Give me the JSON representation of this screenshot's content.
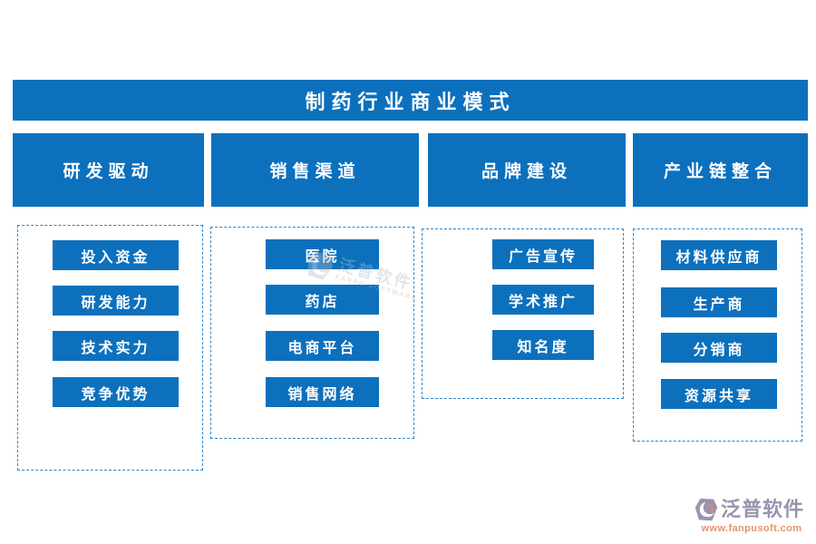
{
  "title": "制药行业商业模式",
  "columns": [
    {
      "header": "研发驱动",
      "items": [
        "投入资金",
        "研发能力",
        "技术实力",
        "竞争优势"
      ]
    },
    {
      "header": "销售渠道",
      "items": [
        "医院",
        "药店",
        "电商平台",
        "销售网络"
      ]
    },
    {
      "header": "品牌建设",
      "items": [
        "广告宣传",
        "学术推广",
        "知名度"
      ]
    },
    {
      "header": "产业链整合",
      "items": [
        "材料供应商",
        "生产商",
        "分销商",
        "资源共享"
      ]
    }
  ],
  "watermark": {
    "text": "泛普软件",
    "subtext": "FANPU SOFTWARE"
  },
  "footer": {
    "brand": "泛普软件",
    "url": "www.fanpusoft.com"
  },
  "colors": {
    "primary_blue": "#0c70bd",
    "dashed_border": "#2f86cb",
    "box_text": "#ffffff",
    "logo_gray": "#9a93ae",
    "logo_orange": "#e08a61",
    "url_orange": "#e5936c",
    "watermark_gray": "#b3bdca"
  }
}
